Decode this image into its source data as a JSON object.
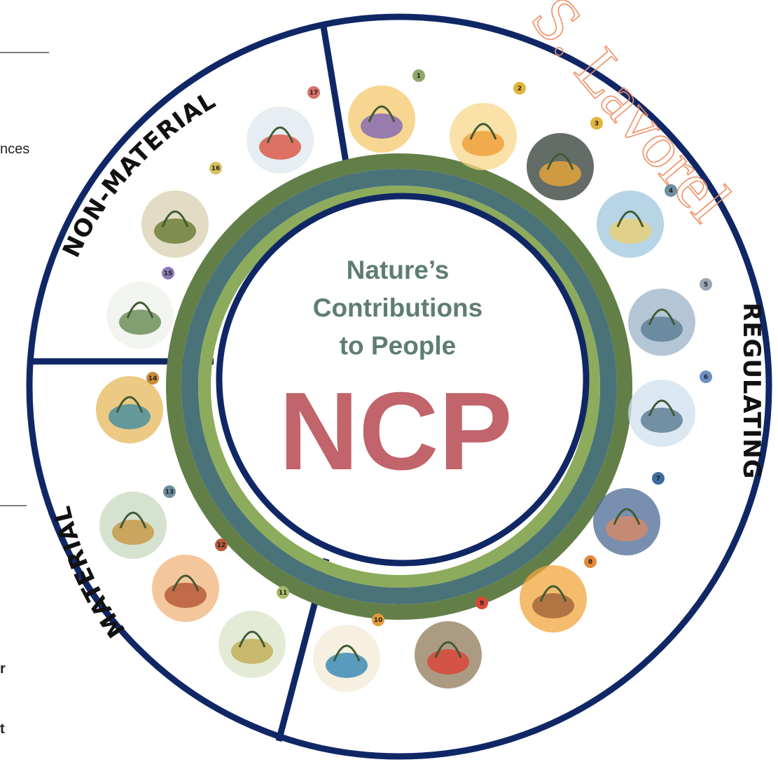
{
  "diagram": {
    "center": {
      "line1": "Nature’s",
      "line2": "Contributions",
      "line3": "to People",
      "acronym": "NCP"
    },
    "sectors": {
      "regulating": "REGULATING",
      "non_material": "NON-MATERIAL",
      "material": "MATERIAL"
    },
    "watermark": "S. Lavorel",
    "edge_fragments": [
      "nces",
      "r",
      "t"
    ],
    "items": [
      {
        "number": "1",
        "icon": "pollination-person-icon",
        "badge_color": "#8fa86a"
      },
      {
        "number": "2",
        "icon": "bee-flower-icon",
        "badge_color": "#e0b43c"
      },
      {
        "number": "3",
        "icon": "flower-seed-icon",
        "badge_color": "#e0b43c"
      },
      {
        "number": "4",
        "icon": "globe-air-icon",
        "badge_color": "#6c8fa0"
      },
      {
        "number": "5",
        "icon": "climate-cloud-icon",
        "badge_color": "#9aa7b3"
      },
      {
        "number": "6",
        "icon": "water-tap-icon",
        "badge_color": "#6c8fc4"
      },
      {
        "number": "7",
        "icon": "water-quality-icon",
        "badge_color": "#3d6ea0"
      },
      {
        "number": "8",
        "icon": "soil-sprout-icon",
        "badge_color": "#e28a3a"
      },
      {
        "number": "9",
        "icon": "hazard-fire-icon",
        "badge_color": "#d94a3a"
      },
      {
        "number": "10",
        "icon": "bird-habitat-icon",
        "badge_color": "#e09a3a"
      },
      {
        "number": "11",
        "icon": "wind-energy-icon",
        "badge_color": "#a7bb6a"
      },
      {
        "number": "12",
        "icon": "food-basket-icon",
        "badge_color": "#b85a3a"
      },
      {
        "number": "13",
        "icon": "materials-icon",
        "badge_color": "#6c8fa0"
      },
      {
        "number": "14",
        "icon": "medicine-icon",
        "badge_color": "#c88a3a"
      },
      {
        "number": "15",
        "icon": "learning-plants-icon",
        "badge_color": "#8a7ab3"
      },
      {
        "number": "16",
        "icon": "experiences-hikers-icon",
        "badge_color": "#d6c05a"
      },
      {
        "number": "17",
        "icon": "identity-hands-icon",
        "badge_color": "#d9706b"
      }
    ],
    "colors": {
      "ring_navy": "#102766",
      "ring_green_dark": "#637f48",
      "ring_green_light": "#8cab5c",
      "ring_slate": "#4a7379",
      "center_text": "#5e7d75",
      "ncp_text": "#c1646b",
      "watermark": "#ef8f64"
    }
  }
}
